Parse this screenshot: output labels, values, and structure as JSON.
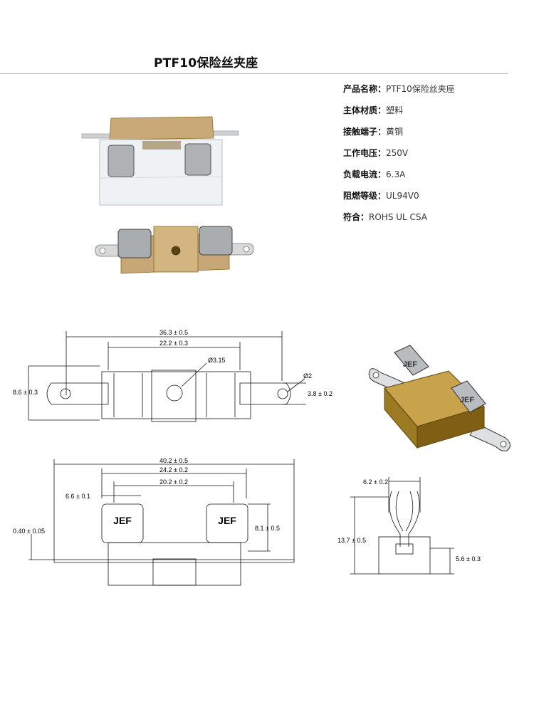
{
  "title": "PTF10保险丝夹座",
  "specs": [
    {
      "key": "产品名称：",
      "value": "PTF10保险丝夹座"
    },
    {
      "key": "主体材质：",
      "value": "塑料"
    },
    {
      "key": "接触端子：",
      "value": "黄铜"
    },
    {
      "key": "工作电压：",
      "value": "250V"
    },
    {
      "key": "负载电流：",
      "value": "6.3A"
    },
    {
      "key": "阻燃等级：",
      "value": "UL94V0"
    },
    {
      "key": "符合：",
      "value": "ROHS UL CSA"
    }
  ],
  "top_view": {
    "overall_length": "36.3 ± 0.5",
    "body_length": "22.2 ± 0.3",
    "hole_dia": "Ø3.15",
    "end_hole_dia": "Ø2",
    "height": "8.6 ± 0.3",
    "tab_width": "3.8 ± 0.2"
  },
  "side_view": {
    "overall_length": "40.2 ± 0.5",
    "clip_span": "24.2 ± 0.2",
    "inner_span": "20.2 ± 0.2",
    "clip_width": "6.6 ± 0.1",
    "tab_thickness": "0.40 ± 0.05",
    "clip_height": "8.1 ± 0.5",
    "clip_logo": "JEF"
  },
  "end_view": {
    "clip_width": "6.2 ± 0.2",
    "total_height": "13.7 ± 0.5",
    "body_height": "5.6 ± 0.3"
  },
  "render_logo": "JEF",
  "colors": {
    "body_tan": "#c8a777",
    "body_dark": "#8a6a1a",
    "metal": "#b9bcbf",
    "line": "#111111"
  }
}
